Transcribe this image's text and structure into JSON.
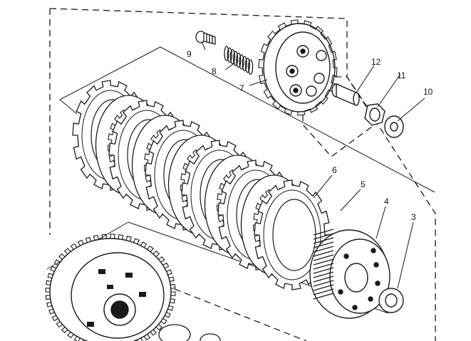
{
  "diagram": {
    "ink_color": "#1a1a1a",
    "background": "#ffffff",
    "callouts": [
      {
        "id": "c9",
        "label": "9",
        "part": "clutch-spring-bolt"
      },
      {
        "id": "c8",
        "label": "8",
        "part": "clutch-spring"
      },
      {
        "id": "c7",
        "label": "7",
        "part": "pressure-plate"
      },
      {
        "id": "c12",
        "label": "12",
        "part": "push-rod"
      },
      {
        "id": "c11",
        "label": "11",
        "part": "nut"
      },
      {
        "id": "c10",
        "label": "10",
        "part": "washer"
      },
      {
        "id": "c6",
        "label": "6",
        "part": "friction-plate"
      },
      {
        "id": "c5",
        "label": "5",
        "part": "clutch-plate"
      },
      {
        "id": "c4",
        "label": "4",
        "part": "clutch-boss"
      },
      {
        "id": "c3",
        "label": "3",
        "part": "thrust-washer"
      }
    ]
  }
}
